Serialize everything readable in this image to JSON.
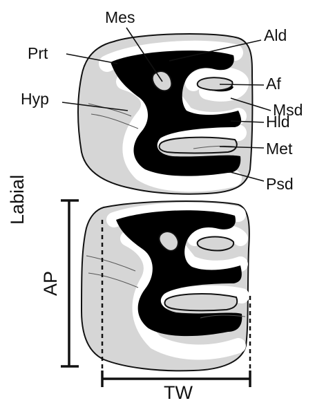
{
  "labels": {
    "mes": "Mes",
    "ald": "Ald",
    "prt": "Prt",
    "af": "Af",
    "msd": "Msd",
    "hyp": "Hyp",
    "hld": "Hld",
    "met": "Met",
    "psd": "Psd",
    "labial": "Labial",
    "ap": "AP",
    "tw": "TW"
  },
  "colors": {
    "enamel_fill": "#d6d6d6",
    "fossette": "#000000",
    "outline": "#111111",
    "background": "#ffffff"
  }
}
